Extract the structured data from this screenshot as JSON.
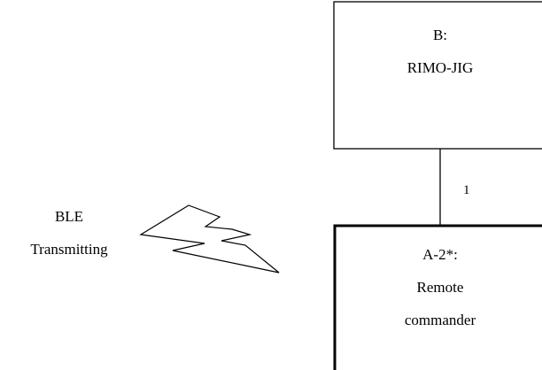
{
  "diagram": {
    "box_b": {
      "line1": "B:",
      "line2": "RIMO-JIG"
    },
    "box_a": {
      "line1": "A-2*:",
      "line2": "Remote",
      "line3": "commander"
    },
    "connector_label": "1",
    "ble": {
      "line1": "BLE",
      "line2": "Transmitting",
      "icon": "lightning-bolt-icon"
    }
  }
}
